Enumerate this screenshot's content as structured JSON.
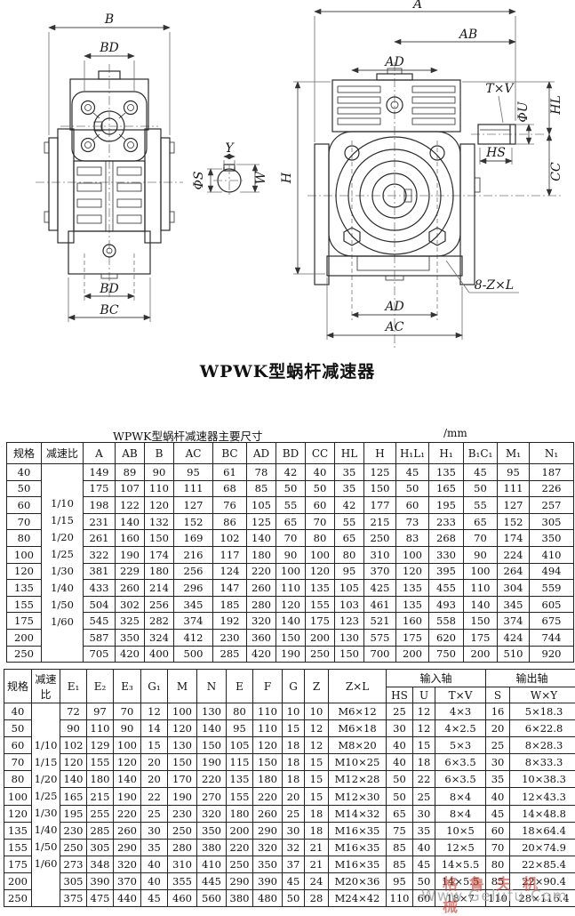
{
  "title": "WPWK型蜗杆减速器",
  "watermark": {
    "cn": "格鲁夫机械",
    "url": "Www.Gelufu.Com",
    "red": "#c43e32",
    "gray": "#a5a5a5"
  },
  "drawing": {
    "left_view": {
      "dim_b": "B",
      "dim_bd_top": "BD",
      "dim_bd_bottom": "BD",
      "dim_bc": "BC"
    },
    "shaft_section": {
      "dim_y": "Y",
      "dim_w": "W",
      "dim_phis": "ΦS"
    },
    "right_view": {
      "dim_a": "A",
      "dim_ab": "AB",
      "dim_ad_top": "AD",
      "dim_txv": "T×V",
      "dim_phiu": "ΦU",
      "dim_hl": "HL",
      "dim_hs": "HS",
      "dim_cc": "CC",
      "dim_h": "H",
      "dim_8zl": "8-Z×L",
      "dim_ad_bottom": "AD",
      "dim_ac": "AC"
    }
  },
  "table1": {
    "caption": "WPWK型蜗杆减速器主要尺寸",
    "unit": "/mm",
    "columns": [
      "规格",
      "减速比",
      "A",
      "AB",
      "B",
      "AC",
      "BC",
      "AD",
      "BD",
      "CC",
      "HL",
      "H",
      "H₁L₁",
      "H₁",
      "B₁C₁",
      "M₁",
      "N₁"
    ],
    "ratio_lines": [
      "1/10",
      "1/15",
      "1/20",
      "1/25",
      "1/30",
      "1/40",
      "1/50",
      "1/60"
    ],
    "rows": [
      {
        "spec": "40",
        "values": [
          "149",
          "89",
          "90",
          "95",
          "61",
          "78",
          "42",
          "40",
          "35",
          "125",
          "45",
          "135",
          "45",
          "95",
          "187"
        ]
      },
      {
        "spec": "50",
        "values": [
          "175",
          "107",
          "110",
          "111",
          "68",
          "85",
          "50",
          "50",
          "35",
          "150",
          "50",
          "165",
          "50",
          "111",
          "226"
        ]
      },
      {
        "spec": "60",
        "values": [
          "198",
          "122",
          "120",
          "127",
          "76",
          "105",
          "55",
          "60",
          "42",
          "177",
          "60",
          "195",
          "55",
          "127",
          "257"
        ]
      },
      {
        "spec": "70",
        "values": [
          "231",
          "140",
          "132",
          "152",
          "86",
          "125",
          "65",
          "70",
          "55",
          "215",
          "73",
          "233",
          "65",
          "152",
          "305"
        ]
      },
      {
        "spec": "80",
        "values": [
          "261",
          "160",
          "150",
          "169",
          "102",
          "140",
          "70",
          "80",
          "65",
          "250",
          "83",
          "268",
          "70",
          "174",
          "350"
        ]
      },
      {
        "spec": "100",
        "values": [
          "322",
          "190",
          "174",
          "216",
          "117",
          "180",
          "90",
          "100",
          "80",
          "310",
          "100",
          "330",
          "90",
          "224",
          "410"
        ]
      },
      {
        "spec": "120",
        "values": [
          "381",
          "229",
          "180",
          "256",
          "124",
          "220",
          "100",
          "120",
          "95",
          "370",
          "120",
          "395",
          "100",
          "264",
          "494"
        ]
      },
      {
        "spec": "135",
        "values": [
          "433",
          "260",
          "214",
          "296",
          "147",
          "260",
          "110",
          "135",
          "105",
          "425",
          "135",
          "455",
          "110",
          "304",
          "559"
        ]
      },
      {
        "spec": "155",
        "values": [
          "504",
          "302",
          "256",
          "345",
          "185",
          "280",
          "120",
          "155",
          "103",
          "461",
          "135",
          "493",
          "140",
          "345",
          "605"
        ]
      },
      {
        "spec": "175",
        "values": [
          "545",
          "325",
          "282",
          "374",
          "192",
          "320",
          "140",
          "175",
          "123",
          "521",
          "160",
          "558",
          "150",
          "374",
          "675"
        ]
      },
      {
        "spec": "200",
        "values": [
          "587",
          "350",
          "324",
          "412",
          "230",
          "360",
          "150",
          "200",
          "130",
          "575",
          "175",
          "620",
          "175",
          "424",
          "744"
        ]
      },
      {
        "spec": "250",
        "values": [
          "705",
          "420",
          "400",
          "500",
          "285",
          "420",
          "190",
          "250",
          "150",
          "700",
          "200",
          "750",
          "200",
          "510",
          "920"
        ]
      }
    ]
  },
  "table2": {
    "col_spec": "规格",
    "col_ratio": "减速比",
    "columns": [
      "E₁",
      "E₂",
      "E₃",
      "G₁",
      "M",
      "N",
      "E",
      "F",
      "G",
      "Z",
      "Z×L"
    ],
    "group_input": "输入轴",
    "group_output": "输出轴",
    "input_cols": [
      "HS",
      "U",
      "T×V"
    ],
    "output_cols": [
      "S",
      "W×Y"
    ],
    "ratio_lines": [
      "1/10",
      "1/15",
      "1/20",
      "1/25",
      "1/30",
      "1/40",
      "1/50",
      "1/60"
    ],
    "rows": [
      {
        "spec": "40",
        "values": [
          "72",
          "97",
          "70",
          "12",
          "100",
          "130",
          "80",
          "110",
          "10",
          "10",
          "M6×12",
          "25",
          "12",
          "4×3",
          "16",
          "5×18.3"
        ]
      },
      {
        "spec": "50",
        "values": [
          "90",
          "110",
          "90",
          "14",
          "120",
          "140",
          "95",
          "110",
          "15",
          "12",
          "M6×18",
          "30",
          "12",
          "4×2.5",
          "20",
          "6×22.8"
        ]
      },
      {
        "spec": "60",
        "values": [
          "102",
          "129",
          "100",
          "15",
          "130",
          "150",
          "105",
          "120",
          "18",
          "12",
          "M8×20",
          "40",
          "15",
          "5×3",
          "25",
          "8×28.3"
        ]
      },
      {
        "spec": "70",
        "values": [
          "120",
          "155",
          "120",
          "20",
          "150",
          "190",
          "115",
          "150",
          "18",
          "15",
          "M10×25",
          "40",
          "18",
          "6×3.5",
          "30",
          "8×33.3"
        ]
      },
      {
        "spec": "80",
        "values": [
          "140",
          "180",
          "140",
          "20",
          "170",
          "220",
          "135",
          "180",
          "18",
          "15",
          "M12×28",
          "50",
          "22",
          "6×3.5",
          "35",
          "10×38.3"
        ]
      },
      {
        "spec": "100",
        "values": [
          "165",
          "215",
          "190",
          "22",
          "190",
          "270",
          "155",
          "220",
          "20",
          "15",
          "M12×30",
          "50",
          "25",
          "8×4",
          "40",
          "12×43.3"
        ]
      },
      {
        "spec": "120",
        "values": [
          "195",
          "255",
          "220",
          "25",
          "230",
          "320",
          "180",
          "260",
          "25",
          "18",
          "M14×32",
          "65",
          "30",
          "8×4",
          "45",
          "14×48.8"
        ]
      },
      {
        "spec": "135",
        "values": [
          "230",
          "285",
          "260",
          "30",
          "250",
          "350",
          "200",
          "290",
          "30",
          "18",
          "M16×35",
          "75",
          "35",
          "10×5",
          "60",
          "18×64.4"
        ]
      },
      {
        "spec": "155",
        "values": [
          "250",
          "305",
          "290",
          "35",
          "280",
          "380",
          "220",
          "320",
          "32",
          "21",
          "M16×35",
          "85",
          "40",
          "12×5",
          "70",
          "20×74.9"
        ]
      },
      {
        "spec": "175",
        "values": [
          "273",
          "348",
          "320",
          "40",
          "310",
          "410",
          "250",
          "350",
          "37",
          "21",
          "M16×35",
          "85",
          "45",
          "14×5.5",
          "80",
          "22×85.4"
        ]
      },
      {
        "spec": "200",
        "values": [
          "305",
          "390",
          "370",
          "40",
          "355",
          "445",
          "290",
          "390",
          "45",
          "24",
          "M20×36",
          "95",
          "50",
          "14×5.5",
          "85",
          "22×90.4"
        ]
      },
      {
        "spec": "250",
        "values": [
          "375",
          "475",
          "440",
          "45",
          "460",
          "560",
          "380",
          "480",
          "50",
          "28",
          "M24×42",
          "110",
          "60",
          "18×7",
          "110",
          "28×116.4"
        ]
      }
    ]
  }
}
